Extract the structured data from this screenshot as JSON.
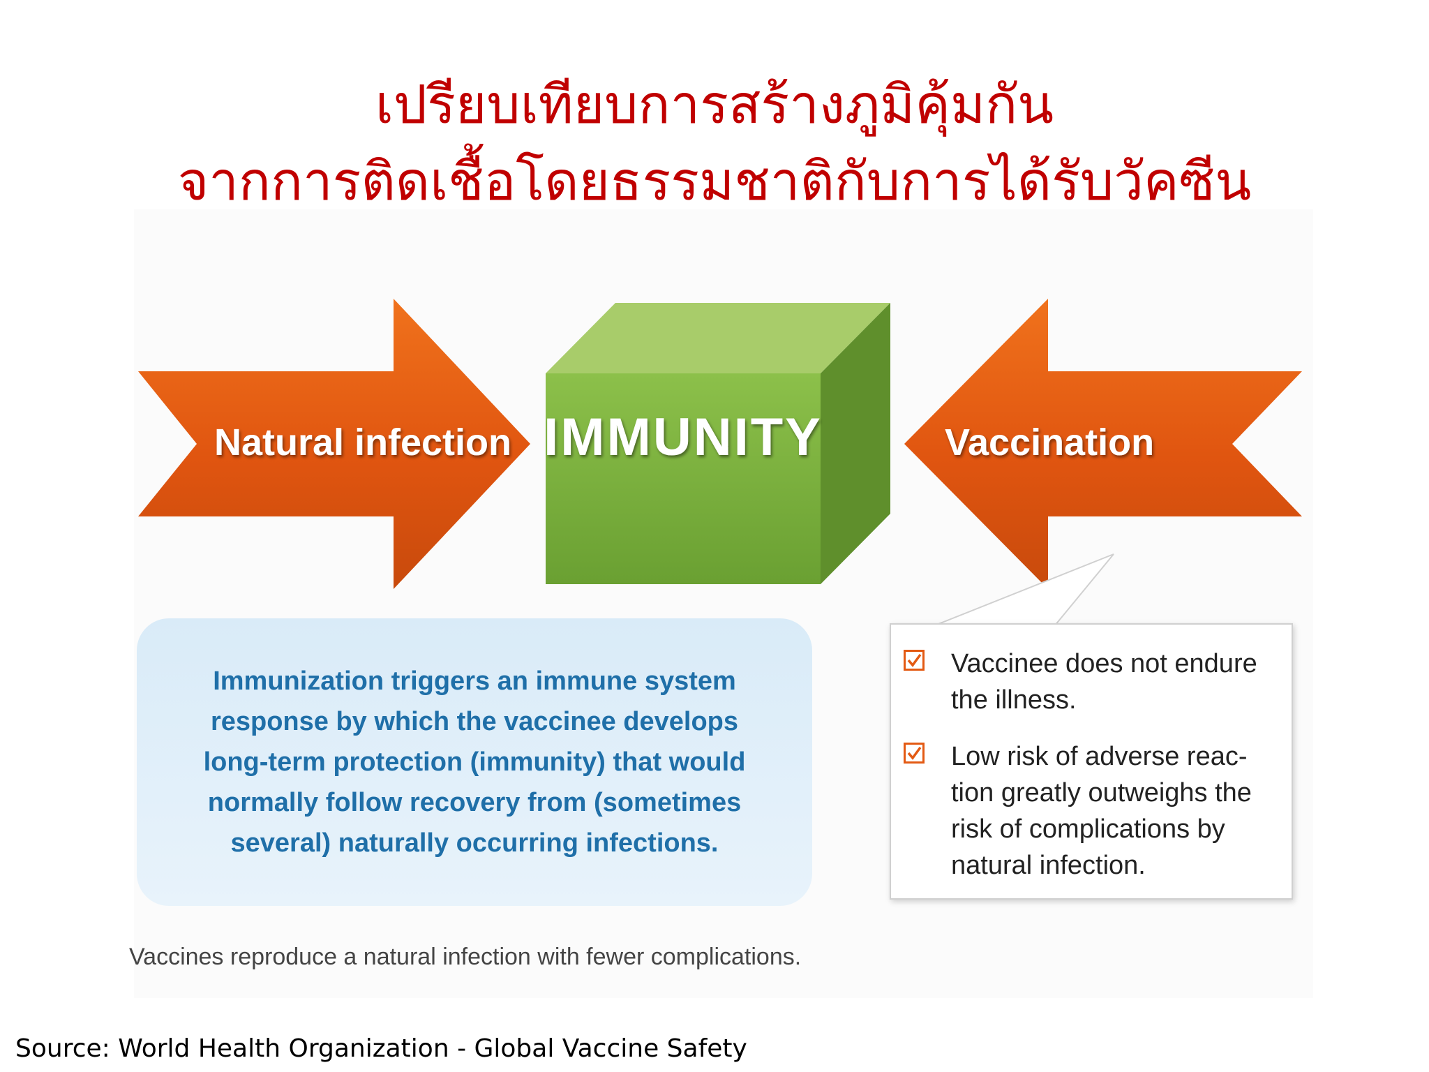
{
  "title": {
    "line1": "เปรียบเทียบการสร้างภูมิคุ้มกัน",
    "line2": "จากการติดเชื้อโดยธรรมชาติกับการได้รับวัคซีน"
  },
  "diagram": {
    "left_arrow_label": "Natural infection",
    "center_label": "IMMUNITY",
    "right_arrow_label": "Vaccination",
    "info_text": "Immunization triggers an immune system response by which the vaccinee develops long-term protection (immunity) that would normally follow recovery from (sometimes several) naturally occurring infections.",
    "callout_items": [
      "Vaccinee does not endure\nthe illness.",
      "Low risk of adverse reac-\ntion greatly outweighs the\nrisk of complications  by\nnatural infection."
    ],
    "caption": "Vaccines reproduce a natural infection with fewer complications."
  },
  "source": "Source: World Health Organization - Global Vaccine Safety",
  "colors": {
    "title": "#c00000",
    "arrow_orange": "#e35a13",
    "cube_green": "#7fb33f",
    "info_text": "#1f6fa8",
    "checkbox": "#e35a13"
  },
  "icons": {
    "checkbox": "checked-box-icon"
  }
}
